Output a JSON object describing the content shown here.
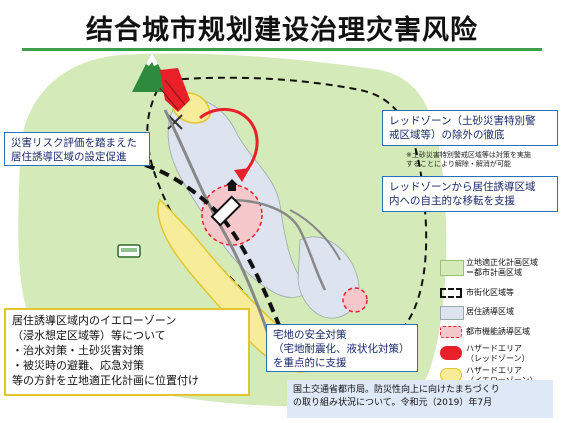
{
  "title": "结合城市规划建设治理灾害风险",
  "callouts": {
    "risk_eval": [
      "災害リスク評価を踏まえた",
      "居住誘導区域の設定促進"
    ],
    "red_zone_exclude": [
      "レッドゾーン（土砂災害特別警",
      "戒区域等）の除外の徹底"
    ],
    "red_zone_note": [
      "※土砂災害特別警戒区域等は対策を実施",
      "することにより解除・解消が可能"
    ],
    "relocation": [
      "レッドゾーンから居住誘導区域",
      "内への自主的な移転を支援"
    ],
    "yellow_zone": {
      "heading": [
        "居住誘導区域内のイエローゾーン",
        "（浸水想定区域等）等について"
      ],
      "bullets": [
        "・治水対策・土砂災害対策",
        "・被災時の避難、応急対策"
      ],
      "footer": "等の方針を立地適正化計画に位置付け"
    },
    "housing_safety": [
      "宅地の安全対策",
      "（宅地耐震化、液状化対策）",
      "を重点的に支援"
    ]
  },
  "legend": [
    {
      "id": "plan_area",
      "label": "立地適正化計画区域\n＝都市計画区域"
    },
    {
      "id": "urbanization",
      "label": "市街化区域等"
    },
    {
      "id": "residential",
      "label": "居住誘導区域"
    },
    {
      "id": "urban_function",
      "label": "都市機能誘導区域"
    },
    {
      "id": "hazard_red",
      "label": "ハザードエリア\n（レッドゾーン）"
    },
    {
      "id": "hazard_yellow",
      "label": "ハザードエリア\n（イエローゾーン）"
    }
  ],
  "source": [
    "国土交通省都市局。防災性向上に向けたまちづくり",
    "の取り組み状況について。令和元（2019）年7月"
  ],
  "colors": {
    "plan_area": "#d4eab8",
    "residential": "#dde4ef",
    "yellow": "#f6ec9a",
    "red": "#e8202a",
    "urban_function": "#f6c8cc",
    "accent_green": "#3a9e4a",
    "callout_border": "#2a6fb8"
  }
}
